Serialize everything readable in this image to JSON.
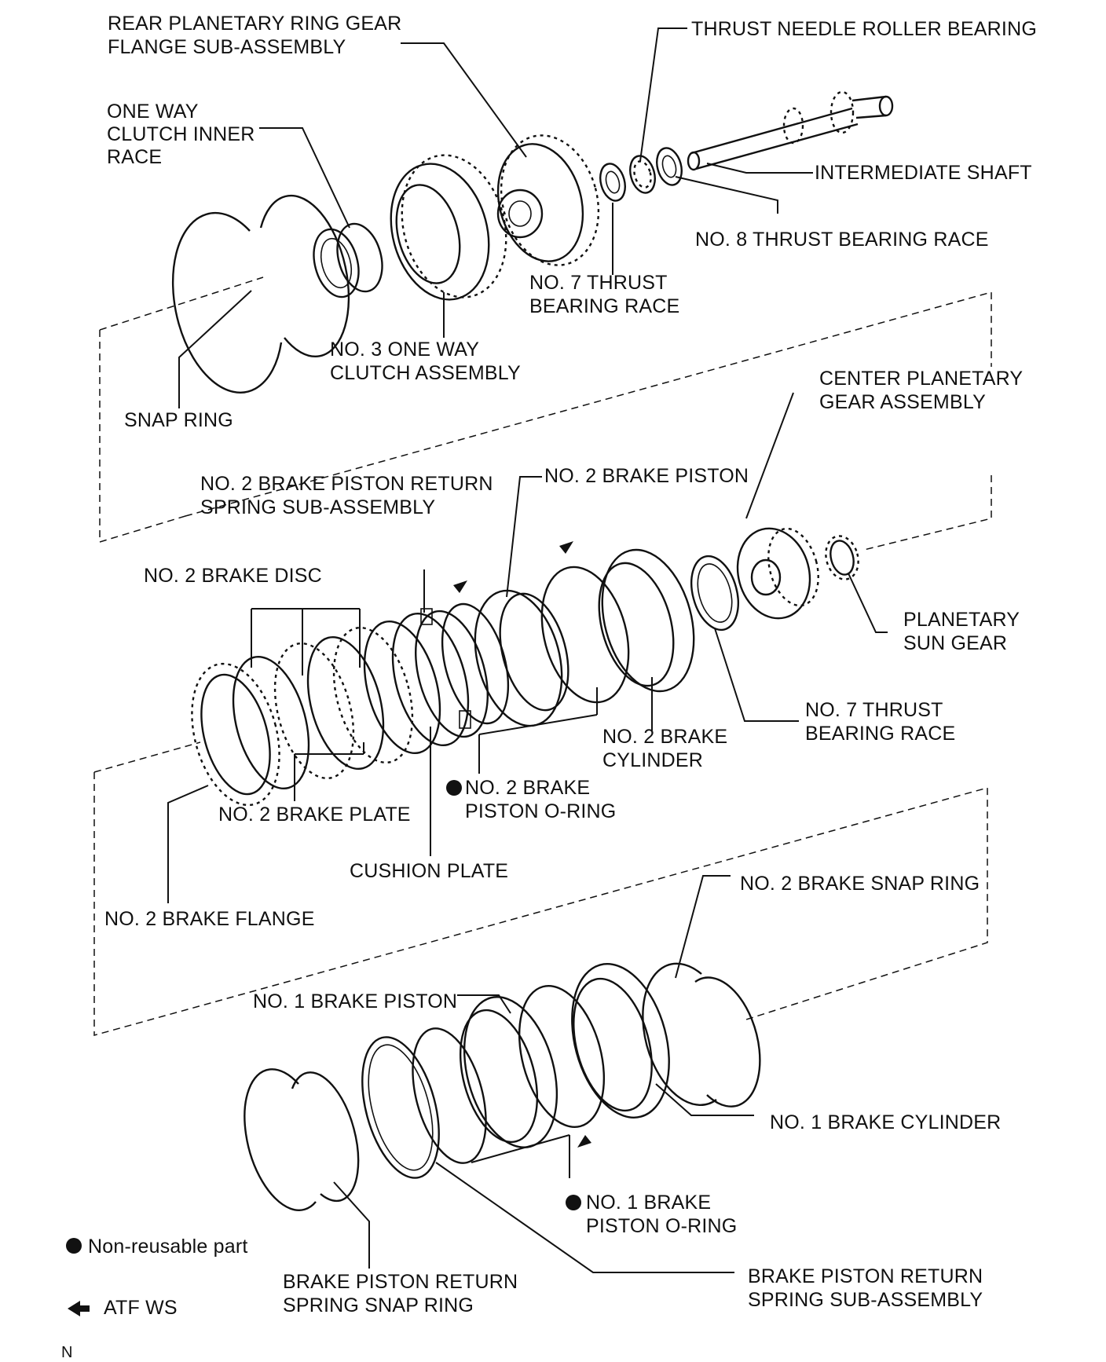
{
  "labels": {
    "rear_planetary_ring_gear": [
      "REAR PLANETARY RING GEAR",
      "FLANGE SUB-ASSEMBLY"
    ],
    "thrust_needle_roller_bearing": "THRUST NEEDLE ROLLER BEARING",
    "one_way_clutch_inner_race": [
      "ONE WAY",
      "CLUTCH INNER",
      "RACE"
    ],
    "intermediate_shaft": "INTERMEDIATE SHAFT",
    "no8_thrust_bearing_race": "NO.  8 THRUST BEARING RACE",
    "no7_thrust_bearing_race_top": [
      "NO.  7 THRUST",
      "BEARING RACE"
    ],
    "no3_one_way_clutch": [
      "NO. 3 ONE WAY",
      "CLUTCH ASSEMBLY"
    ],
    "snap_ring": "SNAP RING",
    "center_planetary_gear": [
      "CENTER PLANETARY",
      "GEAR ASSEMBLY"
    ],
    "no2_brake_piston_return_spring": [
      "NO. 2 BRAKE PISTON RETURN",
      "SPRING SUB-ASSEMBLY"
    ],
    "no2_brake_piston": "NO. 2 BRAKE PISTON",
    "no2_brake_disc": "NO. 2 BRAKE DISC",
    "planetary_sun_gear": [
      "PLANETARY",
      "SUN GEAR"
    ],
    "no7_thrust_bearing_race_mid": [
      "NO. 7 THRUST",
      "BEARING  RACE"
    ],
    "no2_brake_cylinder": [
      "NO. 2 BRAKE",
      "CYLINDER"
    ],
    "no2_brake_piston_oring": [
      "NO. 2 BRAKE",
      "PISTON O-RING"
    ],
    "no2_brake_plate": "NO. 2 BRAKE PLATE",
    "cushion_plate": "CUSHION PLATE",
    "no2_brake_flange": "NO. 2 BRAKE FLANGE",
    "no2_brake_snap_ring": "NO. 2 BRAKE SNAP RING",
    "no1_brake_piston": "NO. 1 BRAKE PISTON",
    "no1_brake_cylinder": "NO. 1 BRAKE CYLINDER",
    "no1_brake_piston_oring": [
      "NO. 1 BRAKE",
      "PISTON O-RING"
    ],
    "brake_piston_return_spring_snap_ring": [
      "BRAKE PISTON RETURN",
      "SPRING SNAP RING"
    ],
    "brake_piston_return_spring_sub": [
      "BRAKE PISTON RETURN",
      "SPRING SUB-ASSEMBLY"
    ]
  },
  "legend": {
    "non_reusable": "Non-reusable part",
    "atf": "ATF WS"
  },
  "corner_mark": "N",
  "colors": {
    "ink": "#111111",
    "background": "#ffffff"
  }
}
